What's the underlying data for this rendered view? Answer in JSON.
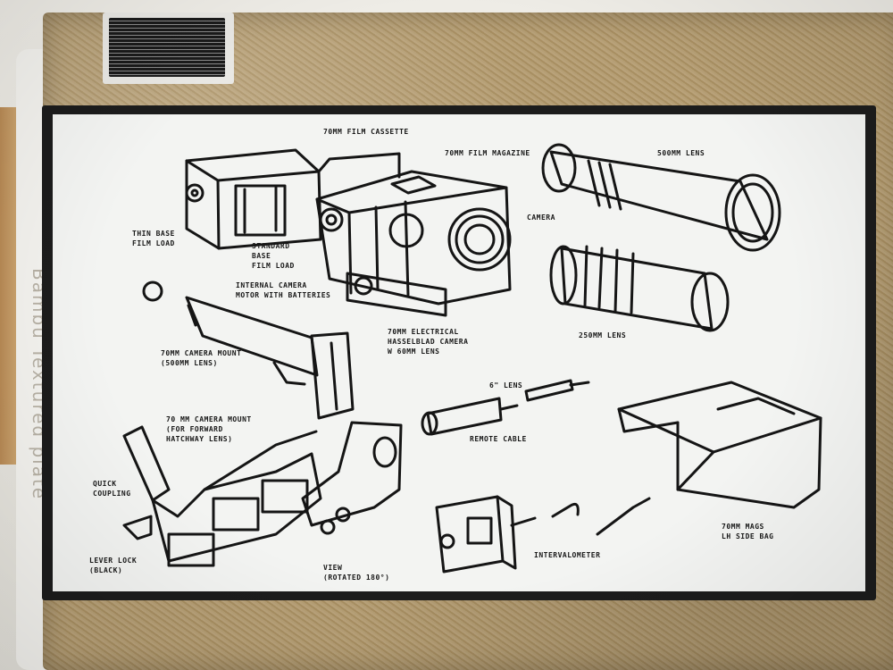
{
  "plate": {
    "brand_text": "Bambu Textured plate",
    "frame_color": "#1c1c1c",
    "print_color": "#f3f4f2",
    "plate_color": "#ad9669"
  },
  "drawing": {
    "labels": {
      "film_cassette": "70MM FILM CASSETTE",
      "film_magazine": "70MM FILM MAGAZINE",
      "camera": "CAMERA",
      "lens_500": "500MM LENS",
      "lens_250": "250MM LENS",
      "thin_base": "THIN BASE\nFILM LOAD",
      "standard_base": "STANDARD\nBASE\nFILM LOAD",
      "internal_camera": "INTERNAL CAMERA\nMOTOR WITH BATTERIES",
      "electrical_camera": "70MM ELECTRICAL\nHASSELBLAD CAMERA\nW 60MM LENS",
      "camera_mount_500": "70MM CAMERA MOUNT\n(500MM LENS)",
      "camera_mount_fore": "70 MM CAMERA MOUNT\n(FOR FORWARD\nHATCHWAY LENS)",
      "lens_6in": "6\" LENS",
      "remote_cable": "REMOTE CABLE",
      "quick_coupling": "QUICK\nCOUPLING",
      "lever_lock": "LEVER LOCK\n(BLACK)",
      "view": "VIEW\n(ROTATED 180°)",
      "stowage_bag": "70MM MAGS\nLH SIDE BAG",
      "intervalometer": "INTERVALOMETER"
    }
  }
}
